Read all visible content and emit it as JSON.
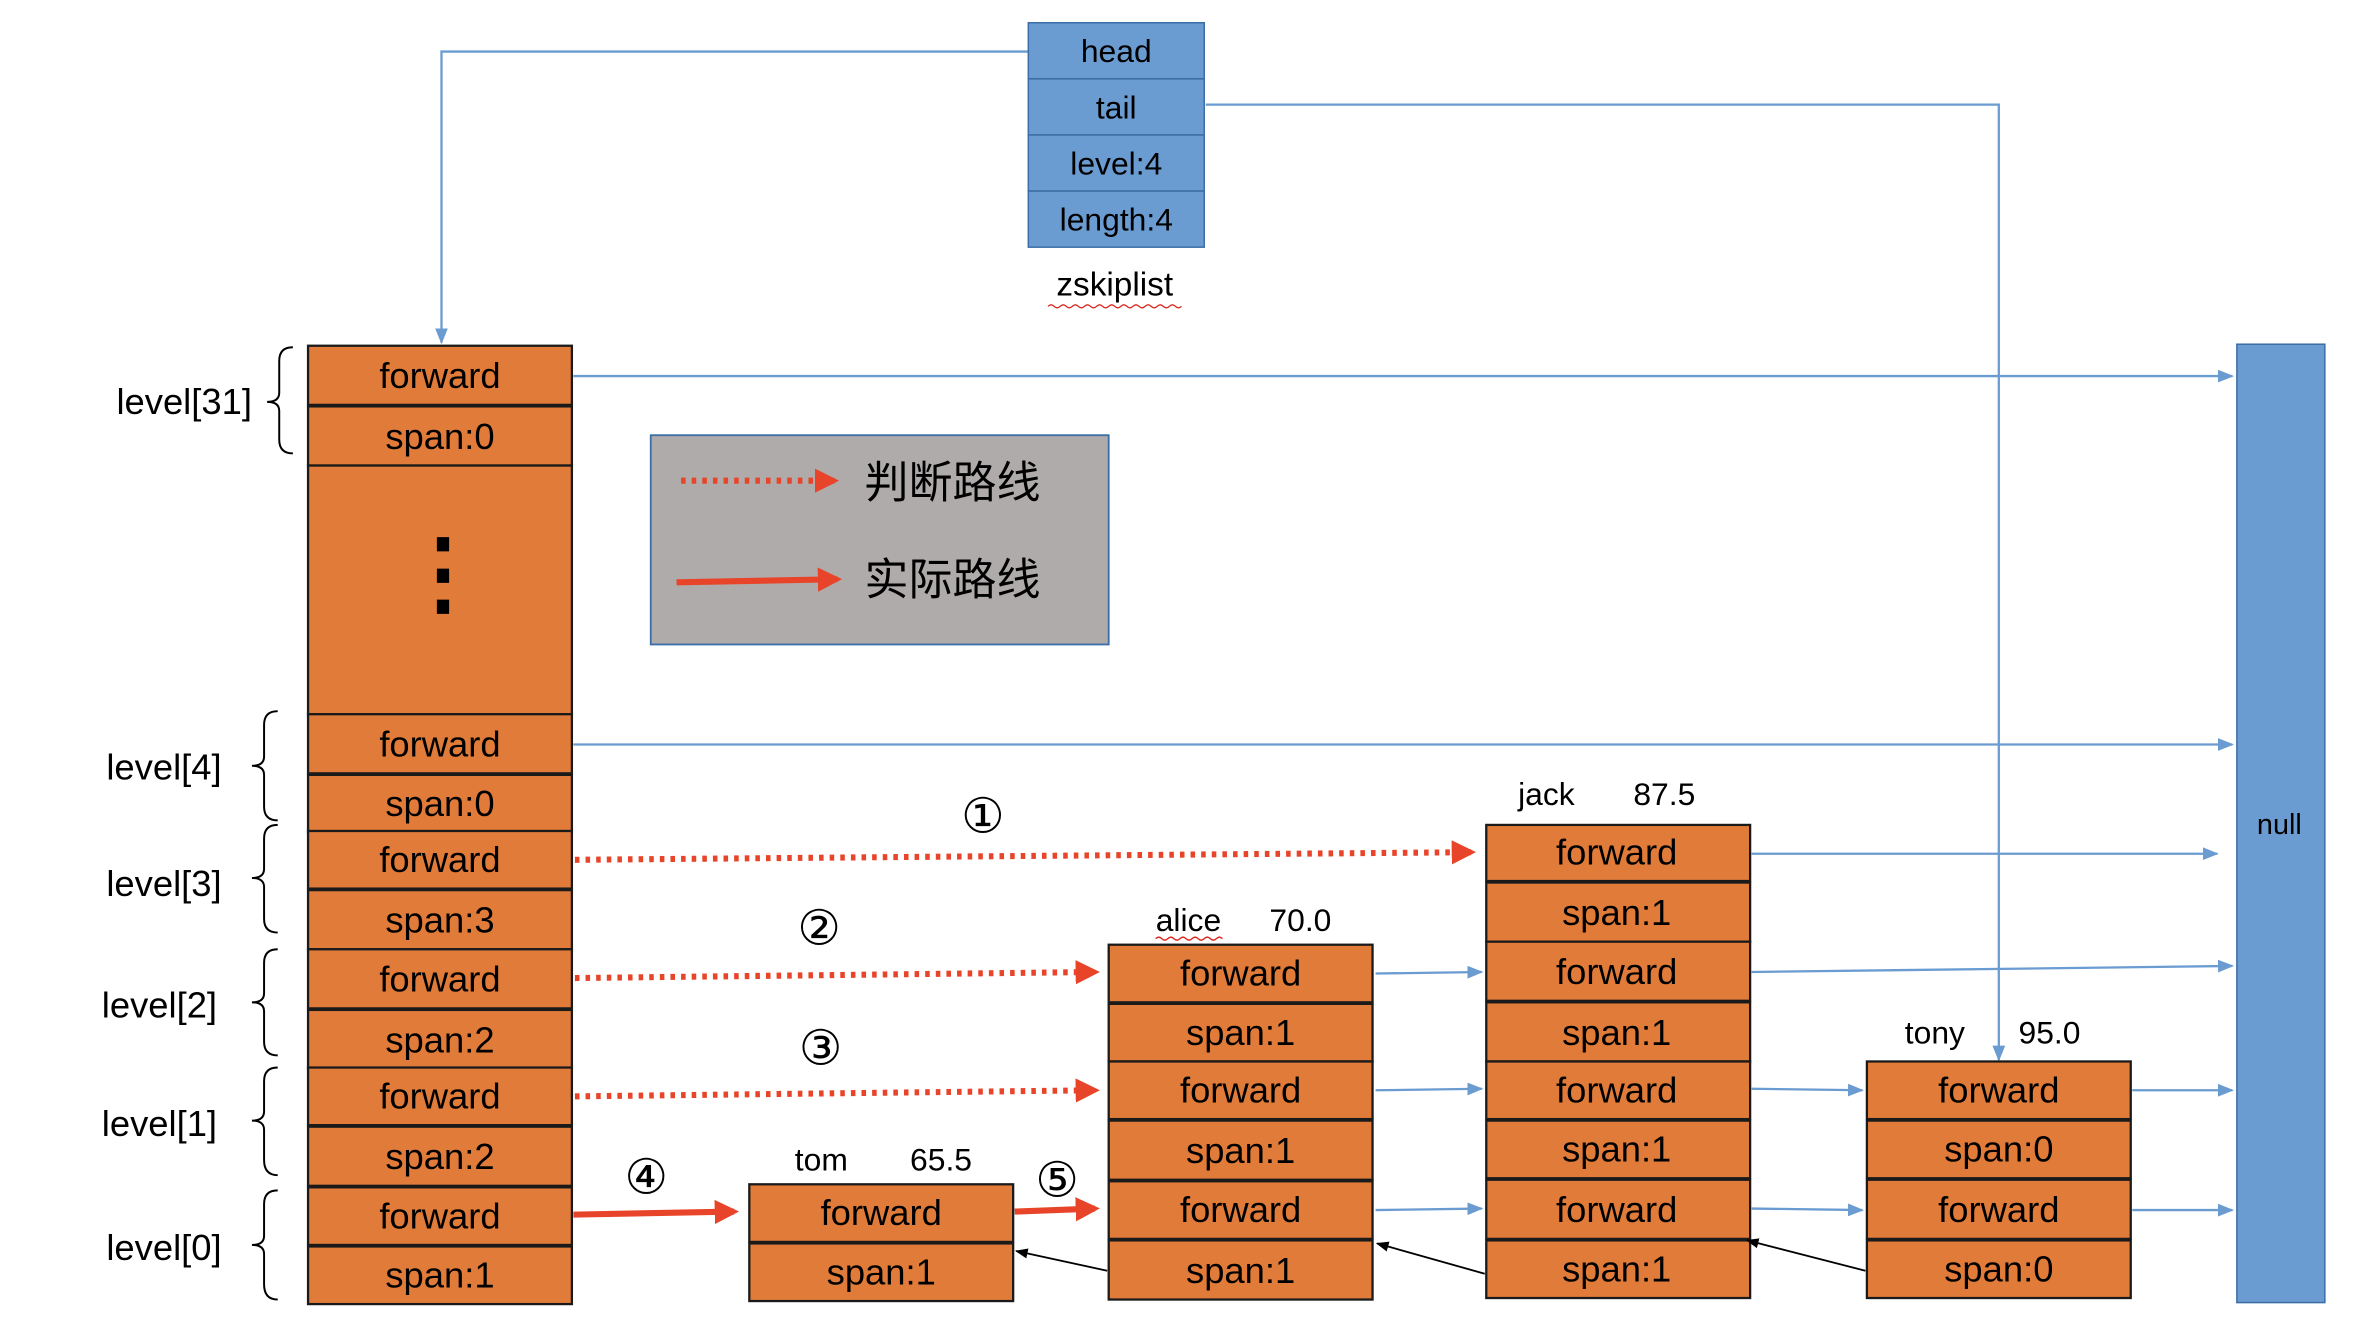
{
  "zskiplist": {
    "fields": [
      "head",
      "tail",
      "level:4",
      "length:4"
    ],
    "label": "zskiplist"
  },
  "null_label": "null",
  "legend": {
    "judge_label": "判断路线",
    "actual_label": "实际路线"
  },
  "header_node": {
    "levels": [
      {
        "name": "level[31]",
        "forward": "forward",
        "span": "span:0"
      },
      {
        "name": "level[4]",
        "forward": "forward",
        "span": "span:0"
      },
      {
        "name": "level[3]",
        "forward": "forward",
        "span": "span:3"
      },
      {
        "name": "level[2]",
        "forward": "forward",
        "span": "span:2"
      },
      {
        "name": "level[1]",
        "forward": "forward",
        "span": "span:2"
      },
      {
        "name": "level[0]",
        "forward": "forward",
        "span": "span:1"
      }
    ],
    "ellipsis": "⋮"
  },
  "nodes": [
    {
      "member": "tom",
      "score": "65.5",
      "levels": [
        {
          "forward": "forward",
          "span": "span:1"
        }
      ]
    },
    {
      "member": "alice",
      "score": "70.0",
      "levels": [
        {
          "forward": "forward",
          "span": "span:1"
        },
        {
          "forward": "forward",
          "span": "span:1"
        },
        {
          "forward": "forward",
          "span": "span:1"
        }
      ]
    },
    {
      "member": "jack",
      "score": "87.5",
      "levels": [
        {
          "forward": "forward",
          "span": "span:1"
        },
        {
          "forward": "forward",
          "span": "span:1"
        },
        {
          "forward": "forward",
          "span": "span:1"
        },
        {
          "forward": "forward",
          "span": "span:1"
        }
      ]
    },
    {
      "member": "tony",
      "score": "95.0",
      "levels": [
        {
          "forward": "forward",
          "span": "span:0"
        },
        {
          "forward": "forward",
          "span": "span:0"
        }
      ]
    }
  ],
  "step_markers": [
    "①",
    "②",
    "③",
    "④",
    "⑤"
  ],
  "colors": {
    "cell_fill": "#E07B39",
    "cell_border": "#1a1a1a",
    "blue_fill": "#6A9BD1",
    "blue_line": "#6A9BD1",
    "route_red": "#E8442A",
    "legend_bg": "#AFABAB",
    "text": "#000000"
  }
}
